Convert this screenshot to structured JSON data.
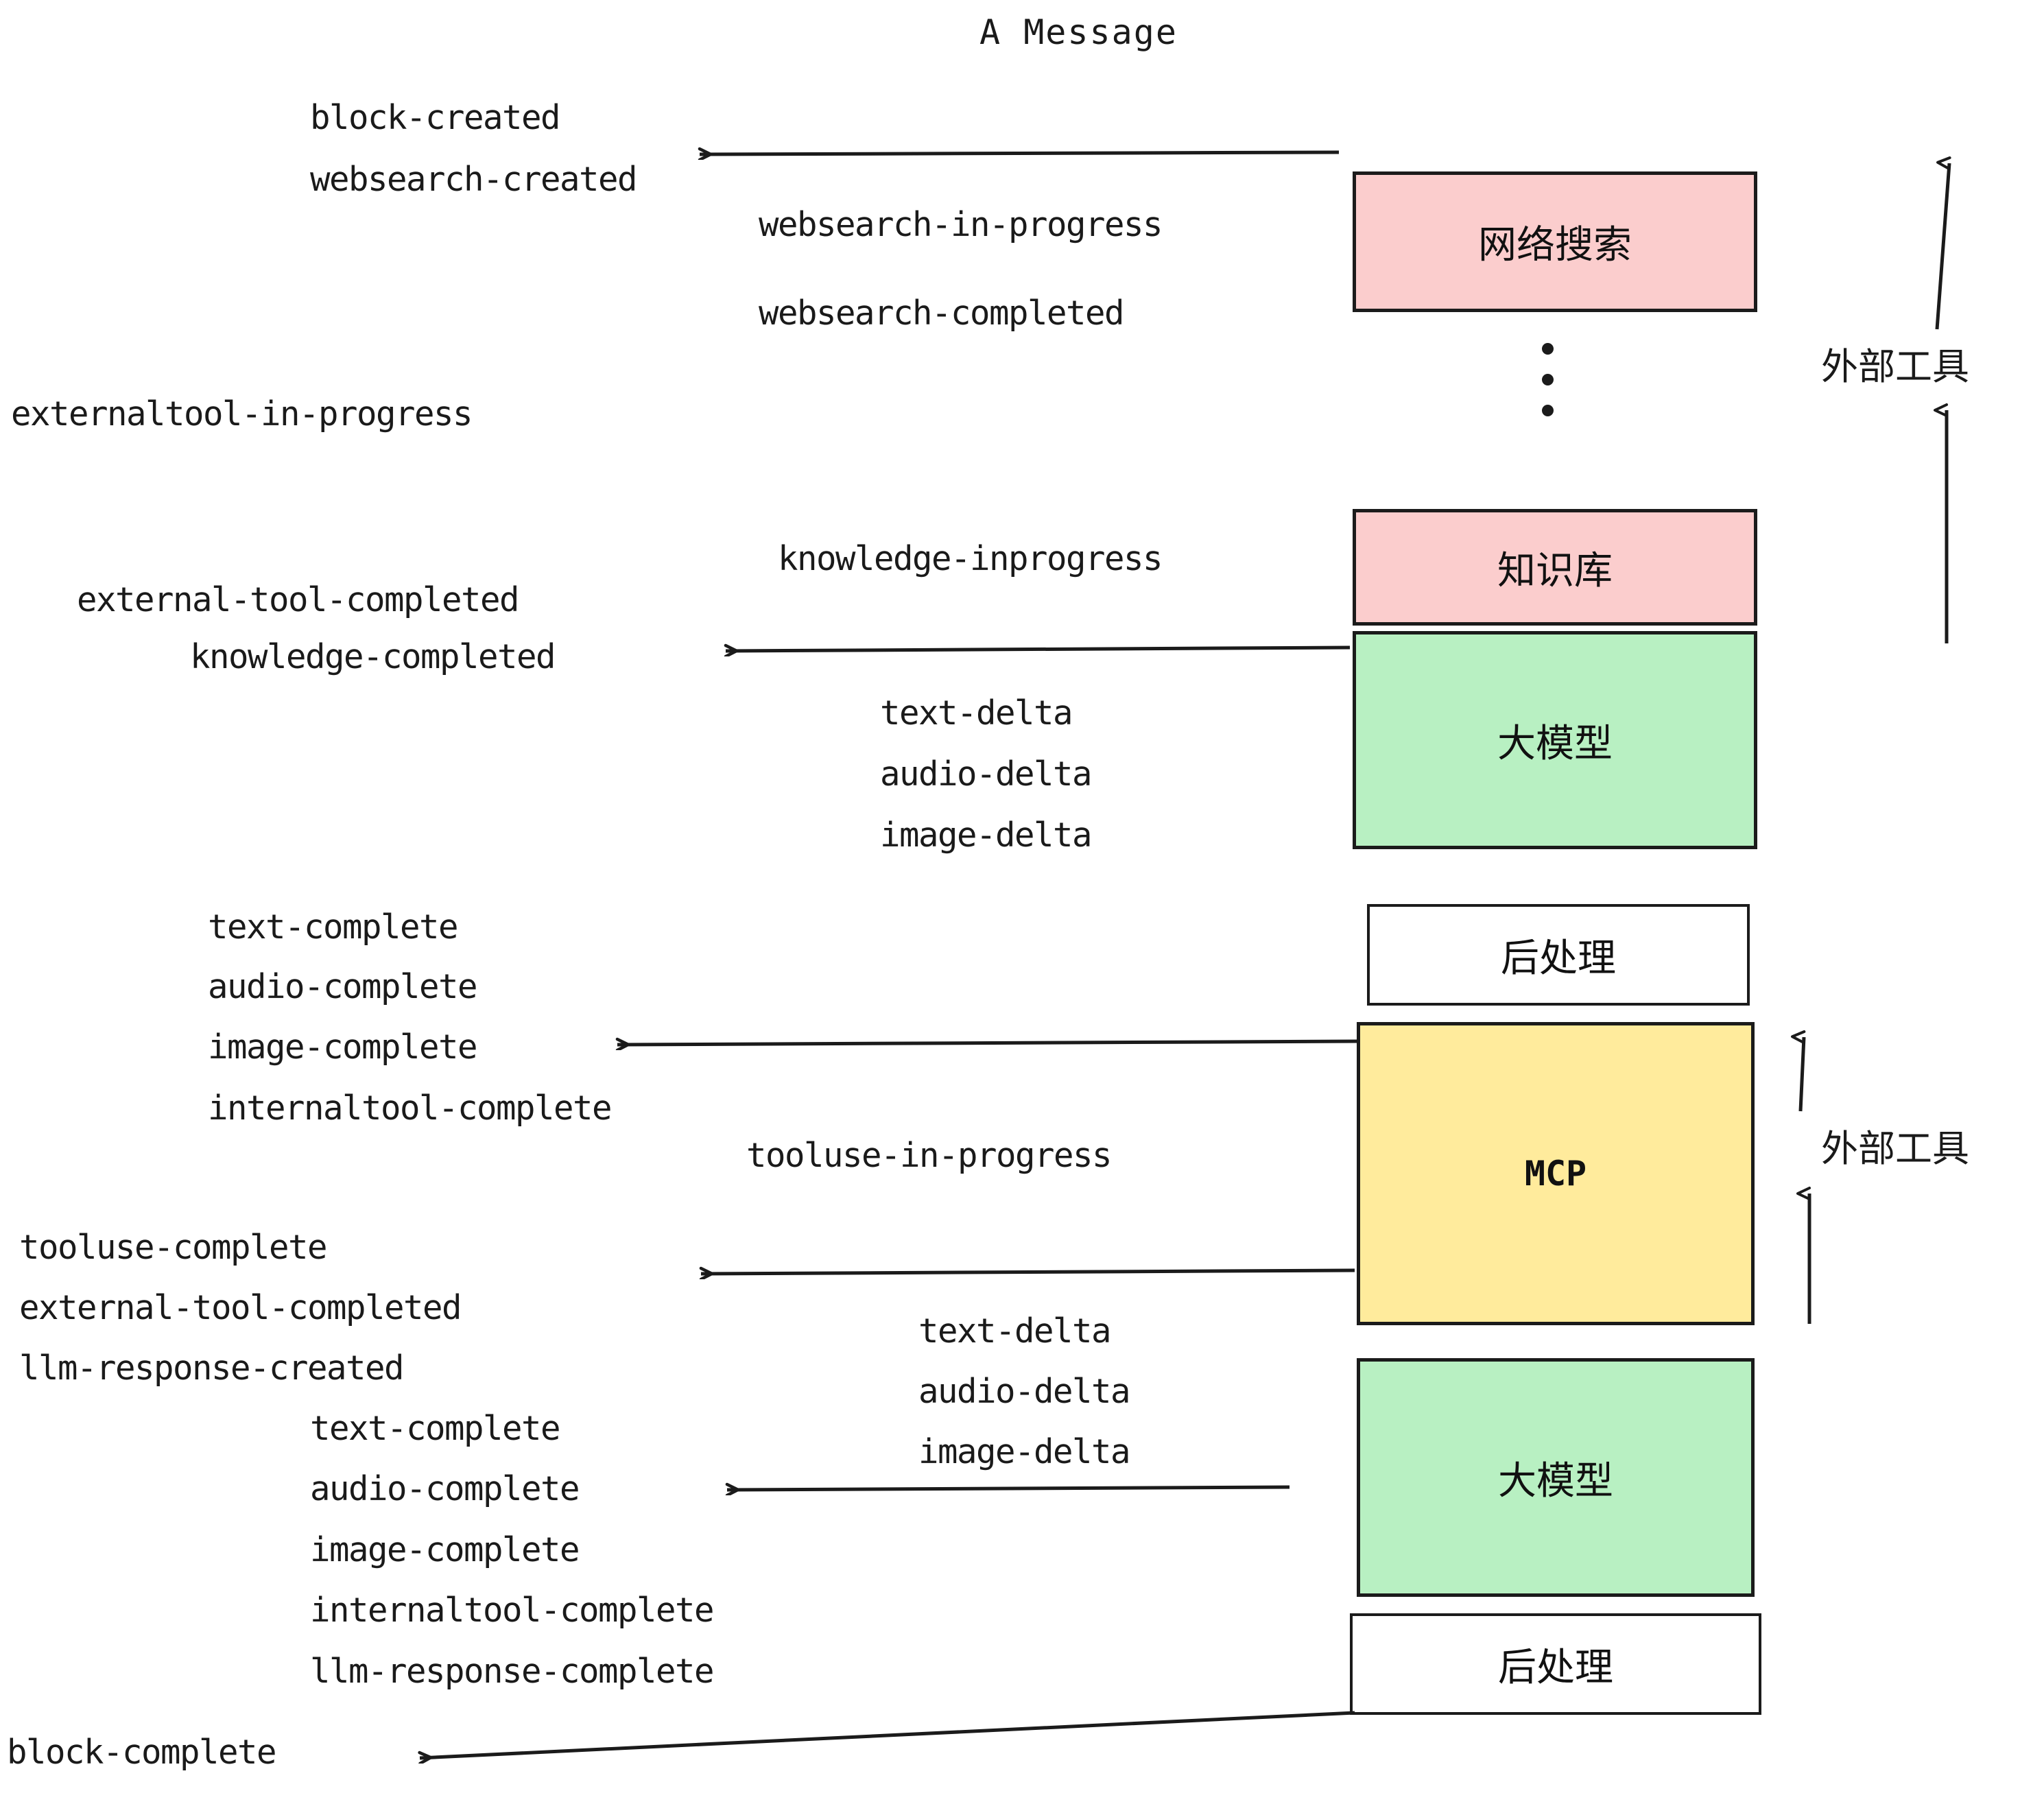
{
  "title": "A Message",
  "colors": {
    "pink": "#fbcdcd",
    "green": "#b8f0c2",
    "yellow": "#ffeb9c",
    "white": "#ffffff",
    "stroke": "#1b1b1b",
    "text": "#1a1a1a"
  },
  "nodes": [
    {
      "id": "websearch",
      "label": "网络搜索",
      "fill": "#fbcdcd"
    },
    {
      "id": "knowledge",
      "label": "知识库",
      "fill": "#fbcdcd"
    },
    {
      "id": "llm-1",
      "label": "大模型",
      "fill": "#b8f0c2"
    },
    {
      "id": "postprocess-1",
      "label": "后处理",
      "fill": "#ffffff"
    },
    {
      "id": "mcp",
      "label": "MCP",
      "fill": "#ffeb9c"
    },
    {
      "id": "llm-2",
      "label": "大模型",
      "fill": "#b8f0c2"
    },
    {
      "id": "postprocess-2",
      "label": "后处理",
      "fill": "#ffffff"
    }
  ],
  "side_labels": [
    {
      "id": "external-tools-top",
      "label": "外部工具"
    },
    {
      "id": "external-tools-bottom",
      "label": "外部工具"
    }
  ],
  "events": {
    "block_created": "block-created",
    "websearch_created": "websearch-created",
    "websearch_in_progress": "websearch-in-progress",
    "websearch_completed": "websearch-completed",
    "externaltool_in_progress": "externaltool-in-progress",
    "knowledge_inprogress": "knowledge-inprogress",
    "external_tool_completed_1": "external-tool-completed",
    "knowledge_completed": "knowledge-completed",
    "text_delta_1": "text-delta",
    "audio_delta_1": "audio-delta",
    "image_delta_1": "image-delta",
    "text_complete_1": "text-complete",
    "audio_complete_1": "audio-complete",
    "image_complete_1": "image-complete",
    "internaltool_complete_1": "internaltool-complete",
    "tooluse_in_progress": "tooluse-in-progress",
    "tooluse_complete": "tooluse-complete",
    "external_tool_completed_2": "external-tool-completed",
    "llm_response_created": "llm-response-created",
    "text_delta_2": "text-delta",
    "audio_delta_2": "audio-delta",
    "image_delta_2": "image-delta",
    "text_complete_2": "text-complete",
    "audio_complete_2": "audio-complete",
    "image_complete_2": "image-complete",
    "internaltool_complete_2": "internaltool-complete",
    "llm_response_complete": "llm-response-complete",
    "block_complete": "block-complete"
  }
}
